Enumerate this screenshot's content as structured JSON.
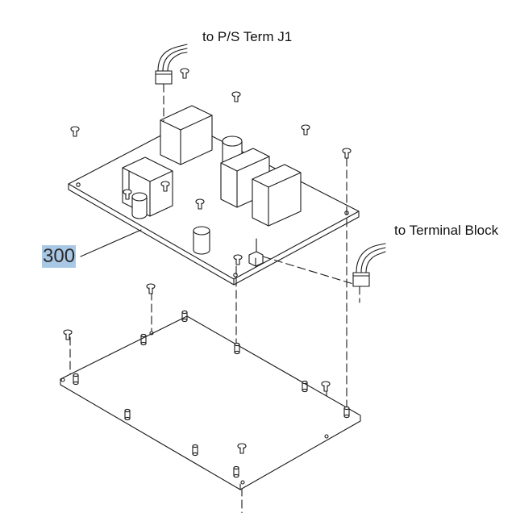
{
  "labels": {
    "ps_term": "to P/S Term J1",
    "terminal_block": "to Terminal Block",
    "part_number": "300"
  },
  "colors": {
    "line": "#1a1a1a",
    "callout_highlight": "#a9c8e6"
  }
}
